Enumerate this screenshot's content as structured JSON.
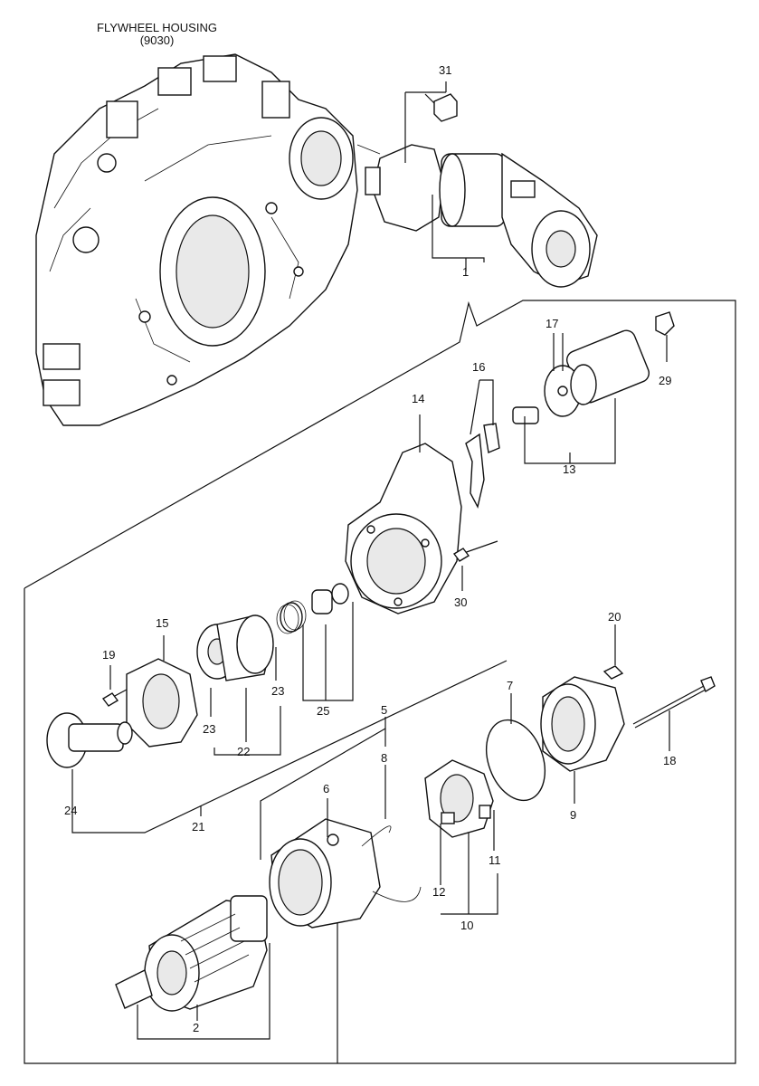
{
  "header": {
    "title": "FLYWHEEL HOUSING",
    "subtitle": "(9030)"
  },
  "callouts": [
    {
      "id": "c1",
      "label": "1"
    },
    {
      "id": "c2",
      "label": "2"
    },
    {
      "id": "c5",
      "label": "5"
    },
    {
      "id": "c6",
      "label": "6"
    },
    {
      "id": "c7",
      "label": "7"
    },
    {
      "id": "c8",
      "label": "8"
    },
    {
      "id": "c9",
      "label": "9"
    },
    {
      "id": "c10",
      "label": "10"
    },
    {
      "id": "c11",
      "label": "11"
    },
    {
      "id": "c12",
      "label": "12"
    },
    {
      "id": "c13",
      "label": "13"
    },
    {
      "id": "c14",
      "label": "14"
    },
    {
      "id": "c15",
      "label": "15"
    },
    {
      "id": "c16",
      "label": "16"
    },
    {
      "id": "c17",
      "label": "17"
    },
    {
      "id": "c18",
      "label": "18"
    },
    {
      "id": "c19",
      "label": "19"
    },
    {
      "id": "c20",
      "label": "20"
    },
    {
      "id": "c21",
      "label": "21"
    },
    {
      "id": "c22",
      "label": "22"
    },
    {
      "id": "c23a",
      "label": "23"
    },
    {
      "id": "c23b",
      "label": "23"
    },
    {
      "id": "c24",
      "label": "24"
    },
    {
      "id": "c25",
      "label": "25"
    },
    {
      "id": "c29",
      "label": "29"
    },
    {
      "id": "c30",
      "label": "30"
    },
    {
      "id": "c31",
      "label": "31"
    }
  ]
}
